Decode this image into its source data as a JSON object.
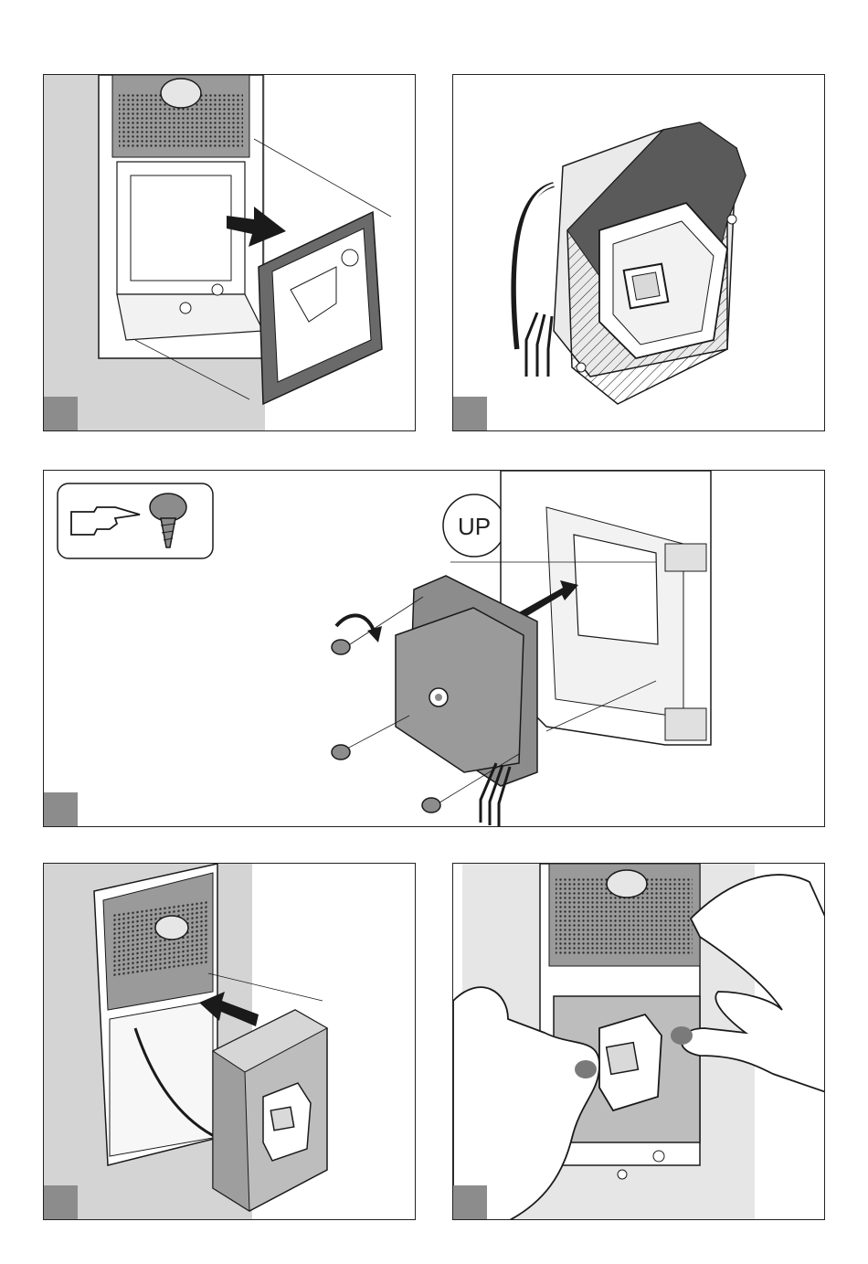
{
  "labels": {
    "orientation": "UP"
  },
  "colors": {
    "wall_grey": "#cfcfcf",
    "plate_grey": "#bdbdbd",
    "step_box": "#8c8c8c",
    "line": "#1a1a1a",
    "arrow": "#1a1a1a"
  },
  "icons": {
    "panel1": "mounting-frame-insertion",
    "panel2": "fingerprint-reader-gasket",
    "panel3_legend": "hand-pointing-screw-icon",
    "panel4": "module-insertion",
    "panel5": "hands-pressing-module"
  }
}
